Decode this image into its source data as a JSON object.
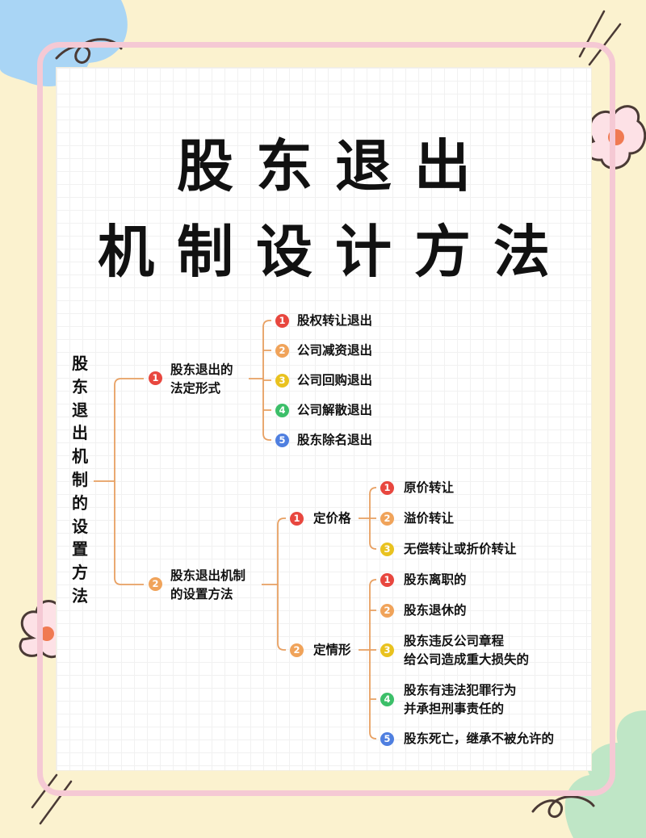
{
  "title": {
    "line1": "股东退出",
    "line2": "机制设计方法"
  },
  "root": {
    "label": "股东退出机制的设置方法"
  },
  "colors": {
    "background": "#fbf2cf",
    "frame": "#f5c9d4",
    "connector": "#e8a062",
    "badge1": "#e8473f",
    "badge2": "#f0a35a",
    "badge3": "#e9c21f",
    "badge4": "#3cbf69",
    "badge5": "#4f7fe0"
  },
  "branches": [
    {
      "num": "1",
      "label_lines": [
        "股东退出的",
        "法定形式"
      ],
      "children": [
        {
          "num": "1",
          "label": "股权转让退出"
        },
        {
          "num": "2",
          "label": "公司减资退出"
        },
        {
          "num": "3",
          "label": "公司回购退出"
        },
        {
          "num": "4",
          "label": "公司解散退出"
        },
        {
          "num": "5",
          "label": "股东除名退出"
        }
      ]
    },
    {
      "num": "2",
      "label_lines": [
        "股东退出机制",
        "的设置方法"
      ],
      "children": [
        {
          "num": "1",
          "label": "定价格",
          "children": [
            {
              "num": "1",
              "lines": [
                "原价转让"
              ]
            },
            {
              "num": "2",
              "lines": [
                "溢价转让"
              ]
            },
            {
              "num": "3",
              "lines": [
                "无偿转让或折价转让"
              ]
            }
          ]
        },
        {
          "num": "2",
          "label": "定情形",
          "children": [
            {
              "num": "1",
              "lines": [
                "股东离职的"
              ]
            },
            {
              "num": "2",
              "lines": [
                "股东退休的"
              ]
            },
            {
              "num": "3",
              "lines": [
                "股东违反公司章程",
                "给公司造成重大损失的"
              ]
            },
            {
              "num": "4",
              "lines": [
                "股东有违法犯罪行为",
                "并承担刑事责任的"
              ]
            },
            {
              "num": "5",
              "lines": [
                "股东死亡，继承不被允许的"
              ]
            }
          ]
        }
      ]
    }
  ]
}
